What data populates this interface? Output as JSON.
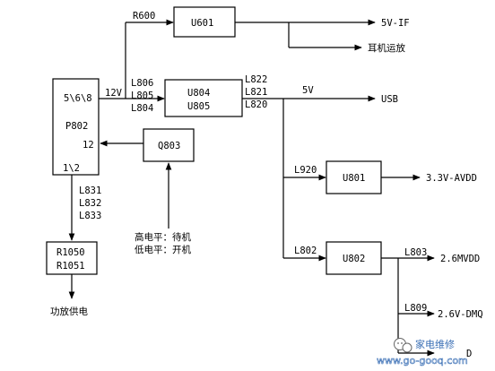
{
  "blocks": {
    "u601": "U601",
    "p802_pins_top": "5\\6\\8",
    "p802_name": "P802",
    "p802_pin_12": "12",
    "p802_pins_bottom": "1\\2",
    "u804": "U804",
    "u805": "U805",
    "q803": "Q803",
    "u801": "U801",
    "u802": "U802",
    "r1050": "R1050",
    "r1051": "R1051"
  },
  "labels": {
    "r600": "R600",
    "v12": "12V",
    "l806": "L806",
    "l805": "L805",
    "l804": "L804",
    "l822": "L822",
    "l821": "L821",
    "l820": "L820",
    "v5": "5V",
    "l920": "L920",
    "l802": "L802",
    "l803": "L803",
    "l809": "L809",
    "l831": "L831",
    "l832": "L832",
    "l833": "L833"
  },
  "outputs": {
    "v5_if": "5V-IF",
    "earphone": "耳机运放",
    "usb": "USB",
    "v33_avdd": "3.3V-AVDD",
    "v26_mvdd": "2.6MVDD",
    "v26_dmq": "2.6V-DMQ",
    "v26_partial": "D",
    "amp_supply": "功放供电"
  },
  "notes": {
    "high_level": "高电平：待机",
    "low_level": "低电平：开机"
  },
  "watermark": {
    "name": "家电维修",
    "url": "www.go-gooq.com"
  }
}
